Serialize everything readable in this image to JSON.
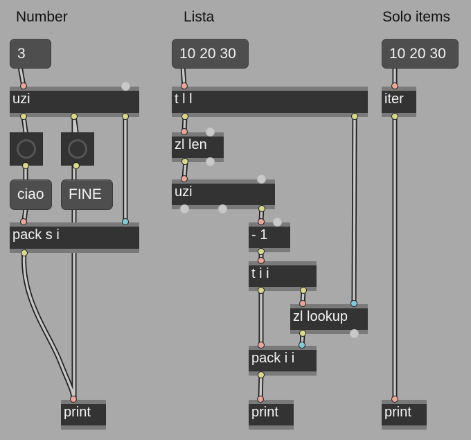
{
  "comments": {
    "number": "Number",
    "lista": "Lista",
    "solo": "Solo items"
  },
  "messages": {
    "three": "3",
    "lista_msg": "10 20 30",
    "solo_msg": "10 20 30",
    "ciao": "ciao",
    "fine": "FINE"
  },
  "objects": {
    "uzi_main": "uzi",
    "tll": "t l l",
    "iter": "iter",
    "zl_len": "zl len",
    "uzi_lista": "uzi",
    "minus1": "- 1",
    "tii": "t i i",
    "zl_lookup": "zl lookup",
    "pack_si": "pack s i",
    "pack_ii": "pack i i",
    "print_number": "print",
    "print_lista": "print",
    "print_solo": "print"
  },
  "colors": {
    "canvas": "#a9a9a9",
    "object_body": "#333333",
    "object_bar": "#7a7a7a",
    "message_body": "#4e4e4e",
    "cord": "#c8c8c8",
    "inlet": "#e8a59c",
    "outlet": "#d8d98c",
    "cold_inlet": "#86c9d6"
  },
  "icons": {
    "bang": "bang-button-circle-icon"
  }
}
